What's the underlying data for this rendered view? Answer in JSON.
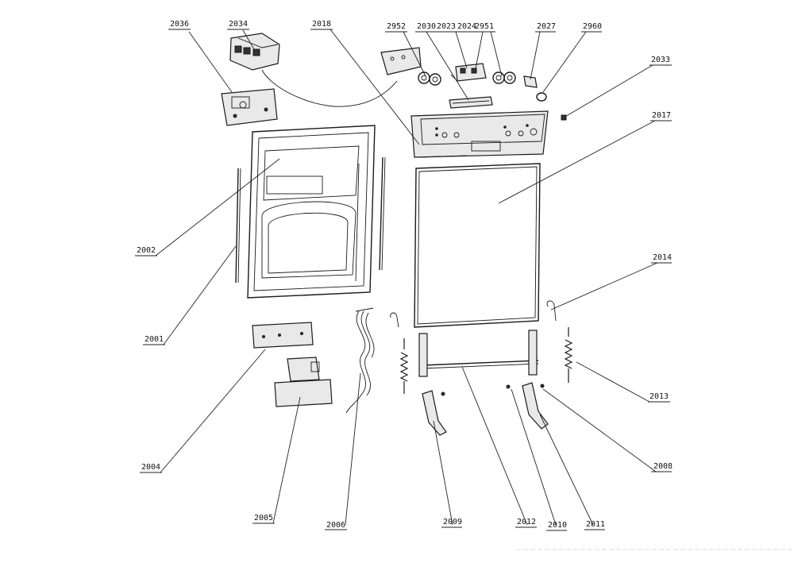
{
  "callouts": [
    {
      "id": "c2036",
      "label": "2036"
    },
    {
      "id": "c2034",
      "label": "2034"
    },
    {
      "id": "c2018",
      "label": "2018"
    },
    {
      "id": "c2952",
      "label": "2952"
    },
    {
      "id": "c2030",
      "label": "2030"
    },
    {
      "id": "c2023",
      "label": "2023"
    },
    {
      "id": "c2024",
      "label": "2024"
    },
    {
      "id": "c2951",
      "label": "2951"
    },
    {
      "id": "c2027",
      "label": "2027"
    },
    {
      "id": "c2960",
      "label": "2960"
    },
    {
      "id": "c2033",
      "label": "2033"
    },
    {
      "id": "c2017",
      "label": "2017"
    },
    {
      "id": "c2002",
      "label": "2002"
    },
    {
      "id": "c2014",
      "label": "2014"
    },
    {
      "id": "c2001",
      "label": "2001"
    },
    {
      "id": "c2013",
      "label": "2013"
    },
    {
      "id": "c2004",
      "label": "2004"
    },
    {
      "id": "c2008",
      "label": "2008"
    },
    {
      "id": "c2005",
      "label": "2005"
    },
    {
      "id": "c2006",
      "label": "2006"
    },
    {
      "id": "c2009",
      "label": "2009"
    },
    {
      "id": "c2012",
      "label": "2012"
    },
    {
      "id": "c2010",
      "label": "2010"
    },
    {
      "id": "c2011",
      "label": "2011"
    }
  ]
}
